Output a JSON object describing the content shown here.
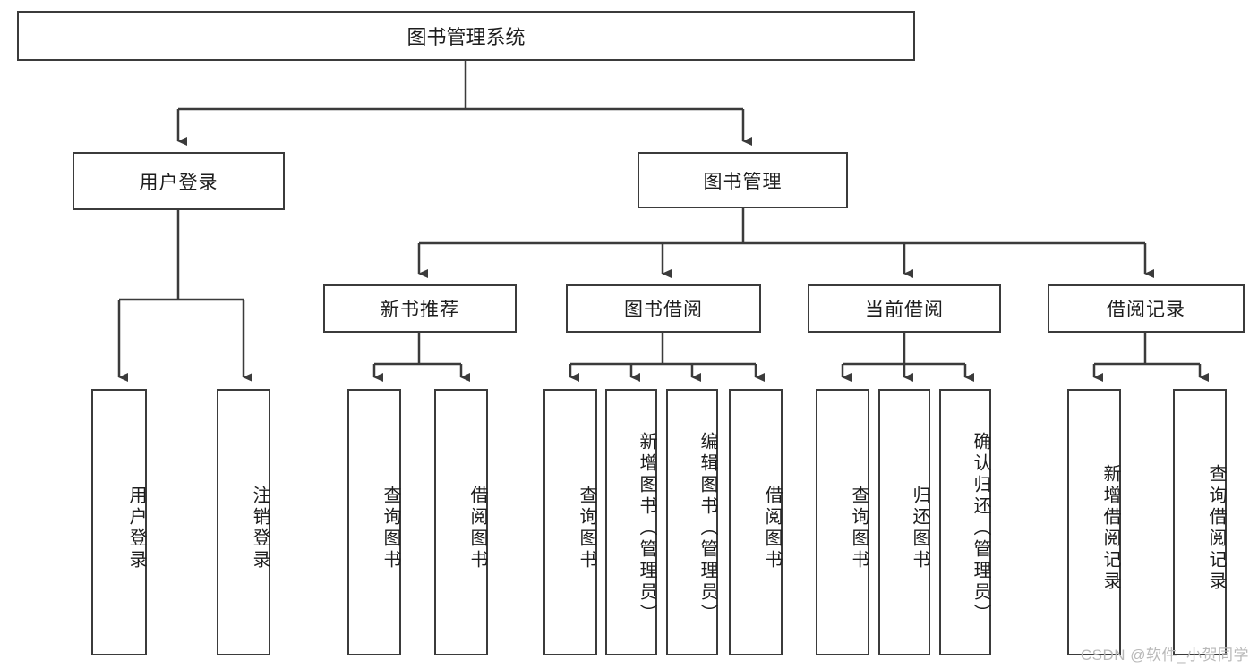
{
  "diagram": {
    "title": "图书管理系统",
    "watermark": "CSDN @软件_小贺同学",
    "colors": {
      "box_border": "#3b3b3b",
      "box_fill": "#ffffff",
      "edge": "#3b3b3b",
      "text": "#1d1d1d",
      "watermark": "#b9b9b9",
      "background": "#ffffff"
    },
    "root": {
      "label": "图书管理系统"
    },
    "level2": [
      {
        "label": "用户登录"
      },
      {
        "label": "图书管理"
      }
    ],
    "level3": [
      {
        "label": "新书推荐"
      },
      {
        "label": "图书借阅"
      },
      {
        "label": "当前借阅"
      },
      {
        "label": "借阅记录"
      }
    ],
    "leaves": {
      "user_login": [
        {
          "label": "用户登录"
        },
        {
          "label": "注销登录"
        }
      ],
      "new_book": [
        {
          "label": "查询图书"
        },
        {
          "label": "借阅图书"
        }
      ],
      "book_borrow": [
        {
          "label": "查询图书"
        },
        {
          "label": "新增图书（管理员）"
        },
        {
          "label": "编辑图书（管理员）"
        },
        {
          "label": "借阅图书"
        }
      ],
      "current_borrow": [
        {
          "label": "查询图书"
        },
        {
          "label": "归还图书"
        },
        {
          "label": "确认归还（管理员）"
        }
      ],
      "borrow_record": [
        {
          "label": "新增借阅记录"
        },
        {
          "label": "查询借阅记录"
        }
      ]
    }
  }
}
